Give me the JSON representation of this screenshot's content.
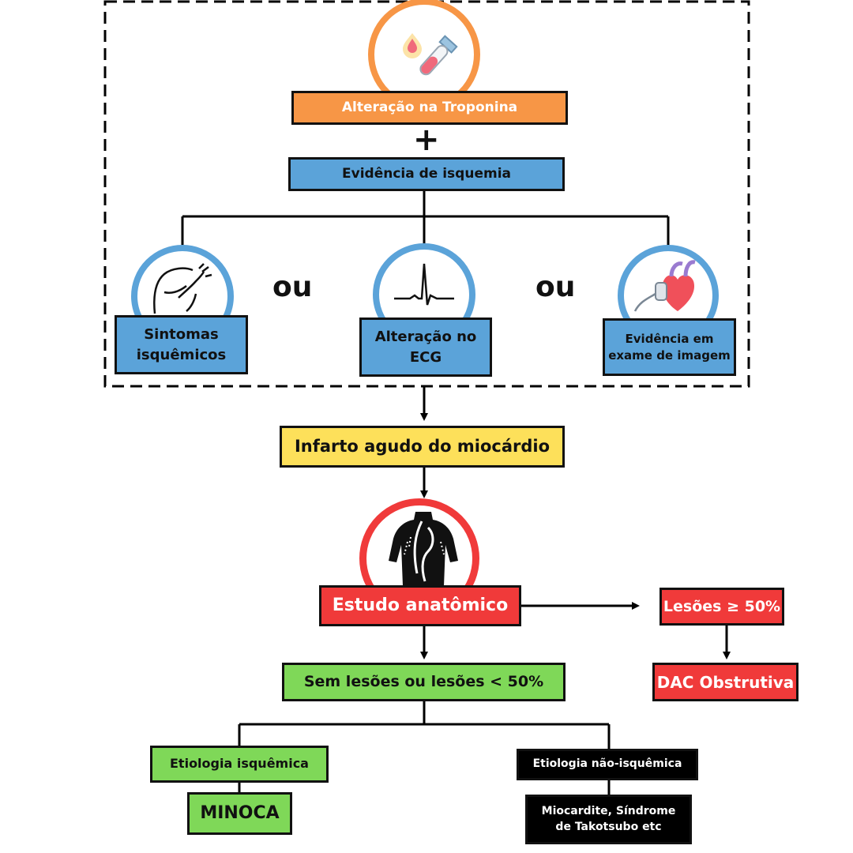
{
  "colors": {
    "orange": "#f79646",
    "blue": "#5ba3d9",
    "yellow": "#fde05a",
    "red": "#f03a3a",
    "green": "#7fd858",
    "black": "#000000"
  },
  "top_group": {
    "troponin_label": "Alteração na Troponina",
    "plus_sign": "+",
    "ischemia_label": "Evidência de isquemia",
    "or_word": "ou",
    "symptoms_label_line1": "Sintomas",
    "symptoms_label_line2": "isquêmicos",
    "ecg_label_line1": "Alteração no",
    "ecg_label_line2": "ECG",
    "imaging_label_line1": "Evidência em",
    "imaging_label_line2": "exame de imagem"
  },
  "icons": [
    "blood-test-tube-icon",
    "chest-pain-icon",
    "ecg-wave-icon",
    "heart-ultrasound-icon",
    "coronary-body-icon"
  ],
  "mi_label": "Infarto agudo do miocárdio",
  "anatomic_label": "Estudo anatômico",
  "lesions_ge50_label": "Lesões ≥ 50%",
  "dac_label": "DAC Obstrutiva",
  "no_lesions_label": "Sem lesões ou lesões < 50%",
  "ischemic_etiology_label": "Etiologia isquêmica",
  "minoca_label": "MINOCA",
  "non_ischemic_label": "Etiologia não-isquêmica",
  "examples_line1": "Miocardite, Síndrome",
  "examples_line2": "de Takotsubo etc"
}
